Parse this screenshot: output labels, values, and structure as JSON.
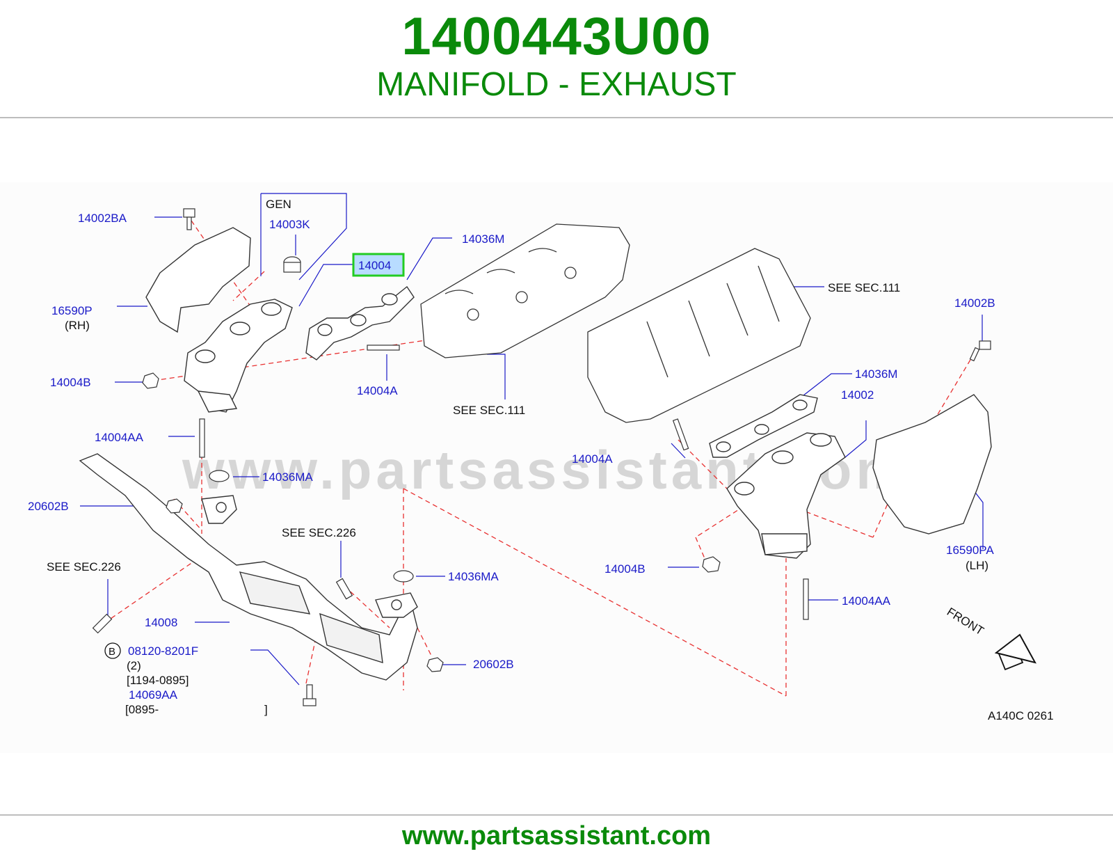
{
  "header": {
    "part_number": "1400443U00",
    "part_name": "MANIFOLD - EXHAUST"
  },
  "watermark": "www.partsassistant.com",
  "footer": {
    "url": "www.partsassistant.com"
  },
  "colors": {
    "brand_green": "#0a8a0a",
    "callout_blue": "#1a1ac8",
    "highlight": "#22cc22",
    "leader_red": "#e83030"
  },
  "labels": {
    "p14002BA": "14002BA",
    "gen": "GEN",
    "p14003K": "14003K",
    "p14004_selected": "14004",
    "p14036M_top": "14036M",
    "p16590P": "16590P",
    "rh": "(RH)",
    "p14004B_left": "14004B",
    "p14004A_left": "14004A",
    "see_sec111_left": "SEE   SEC.111",
    "see_sec111_right": "SEE   SEC.111",
    "p14002B": "14002B",
    "p14036M_right": "14036M",
    "p14002": "14002",
    "p14004A_right": "14004A",
    "p14004AA_left": "14004AA",
    "p14036MA_left": "14036MA",
    "p20602B_left": "20602B",
    "see_sec226_mid": "SEE   SEC.226",
    "see_sec226_left": "SEE   SEC.226",
    "p14036MA_mid": "14036MA",
    "p14008": "14008",
    "bolt_marker": "B",
    "p08120": "08120-8201F",
    "qty2": "(2)",
    "date_range1": "[1194-0895]",
    "p14069AA": "14069AA",
    "date_range2_start": "[0895-",
    "date_range2_end": "]",
    "p20602B_right": "20602B",
    "p14004B_right": "14004B",
    "p14004AA_right": "14004AA",
    "p16590PA": "16590PA",
    "lh": "(LH)",
    "front": "FRONT",
    "drawing_code": "A140C   0261"
  }
}
